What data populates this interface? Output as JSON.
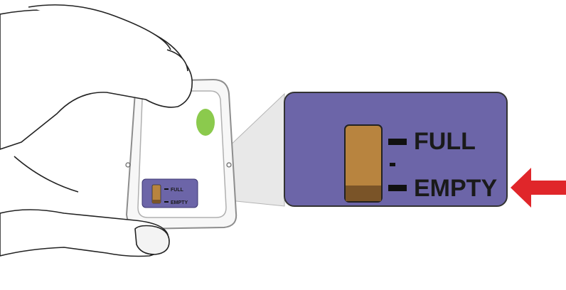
{
  "device": {
    "indicator": {
      "full_label": "FULL",
      "empty_label": "EMPTY",
      "fill_fraction": 0.2,
      "window_color": "#b8843f",
      "fill_color": "#7a5428",
      "panel_color": "#6c65a8"
    },
    "led_color": "#7ec43a"
  },
  "callout": {
    "panel_color": "#6c65a8",
    "arrow_color": "#e0262a"
  },
  "icons": {
    "hand": "hand-icon",
    "arrow": "arrow-left-icon",
    "led": "status-led-icon"
  }
}
